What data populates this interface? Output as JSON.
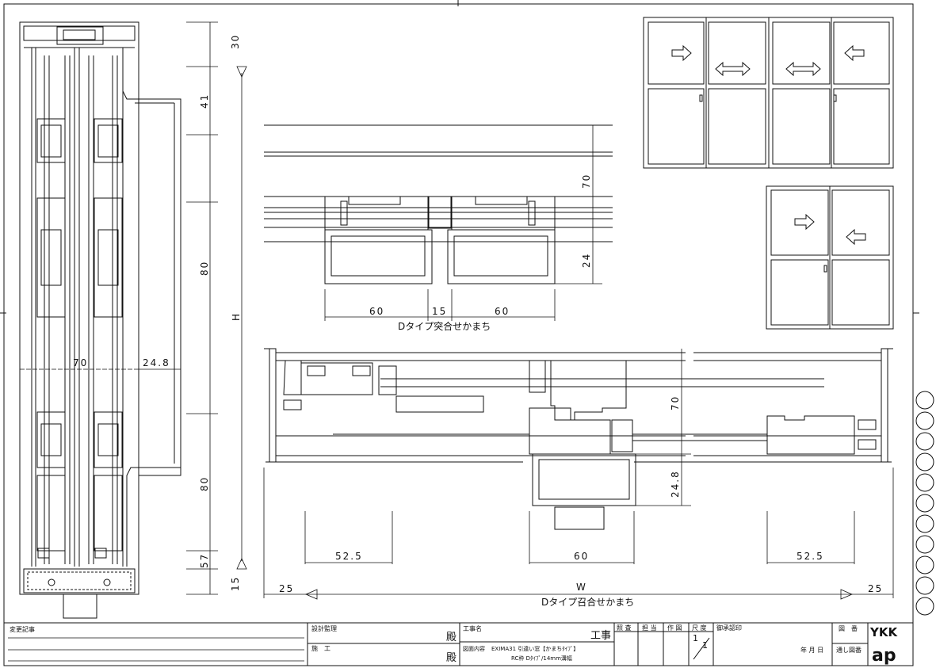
{
  "dimensions": {
    "left_vertical": [
      "30",
      "41",
      "80",
      "80",
      "57",
      "15"
    ],
    "left_total": "H",
    "left_horizontal": [
      "70",
      "24.8"
    ],
    "top_section_horizontal": [
      "60",
      "15",
      "60"
    ],
    "top_section_vertical": [
      "70",
      "24"
    ],
    "bottom_section_horizontal": [
      "52.5",
      "60",
      "52.5"
    ],
    "bottom_section_vertical": [
      "70",
      "24.8"
    ],
    "bottom_edges": [
      "25",
      "25"
    ],
    "bottom_total": "W"
  },
  "captions": {
    "top_section": "Dタイプ突合せかまち",
    "bottom_section": "Dタイプ召合せかまち"
  },
  "title_block": {
    "revision_label": "変更記事",
    "supervisor_label": "設計監理",
    "contractor_label": "施　工",
    "honorific_1": "殿",
    "honorific_2": "殿",
    "project_label": "工事名",
    "project_suffix": "工事",
    "content_label": "図面内容",
    "content_line1": "EXIMA31 引違い窓【かまちﾀｲﾌﾟ】",
    "content_line2": "RC枠 Dﾀｲﾌﾟ/14mm溝幅",
    "check_label": "照 査",
    "charge_label": "担 当",
    "draw_label": "作 図",
    "scale_label": "尺 度",
    "scale_value_top": "1",
    "scale_value_bottom": "1",
    "approval_label": "御承認印",
    "date_label": "年  月  日",
    "drawing_no_label": "図　番",
    "sequence_label": "通し図番",
    "logo_line1": "YKK",
    "logo_line2": "ap"
  }
}
